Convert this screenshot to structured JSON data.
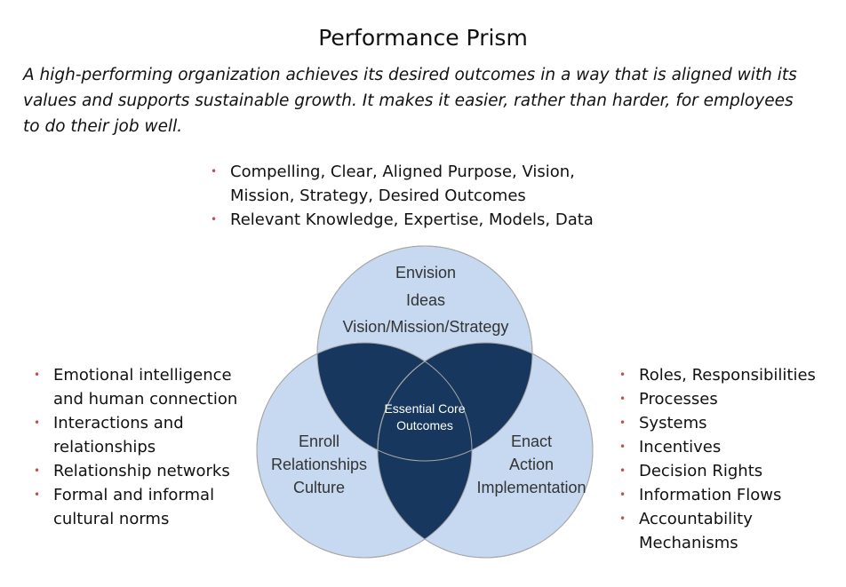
{
  "title": "Performance Prism",
  "subtitle": [
    "A high-performing organization achieves its desired outcomes in a way that is aligned with its",
    "values and supports sustainable growth.  It makes it easier, rather than harder, for employees",
    "to do their job well."
  ],
  "colors": {
    "circle_fill": "#c6d9f1",
    "overlap_fill": "#17375e",
    "center_fill": "#17375e",
    "bullet": "#c0504d"
  },
  "top_bullets": [
    [
      "Compelling, Clear, Aligned Purpose, Vision,",
      "Mission, Strategy, Desired Outcomes"
    ],
    [
      "Relevant Knowledge, Expertise, Models, Data"
    ]
  ],
  "left_bullets": [
    [
      "Emotional intelligence",
      "and human connection"
    ],
    [
      "Interactions and",
      "relationships"
    ],
    [
      "Relationship networks"
    ],
    [
      "Formal and informal",
      "cultural norms"
    ]
  ],
  "right_bullets": [
    [
      "Roles, Responsibilities"
    ],
    [
      "Processes"
    ],
    [
      "Systems"
    ],
    [
      "Incentives"
    ],
    [
      "Decision Rights"
    ],
    [
      "Information Flows"
    ],
    [
      "Accountability",
      "Mechanisms"
    ]
  ],
  "venn": {
    "top": [
      "Envision",
      "Ideas",
      "Vision/Mission/Strategy"
    ],
    "left": [
      "Enroll",
      "Relationships",
      "Culture"
    ],
    "right": [
      "Enact",
      "Action",
      "Implementation"
    ],
    "center": [
      "Essential Core",
      "Outcomes"
    ]
  }
}
